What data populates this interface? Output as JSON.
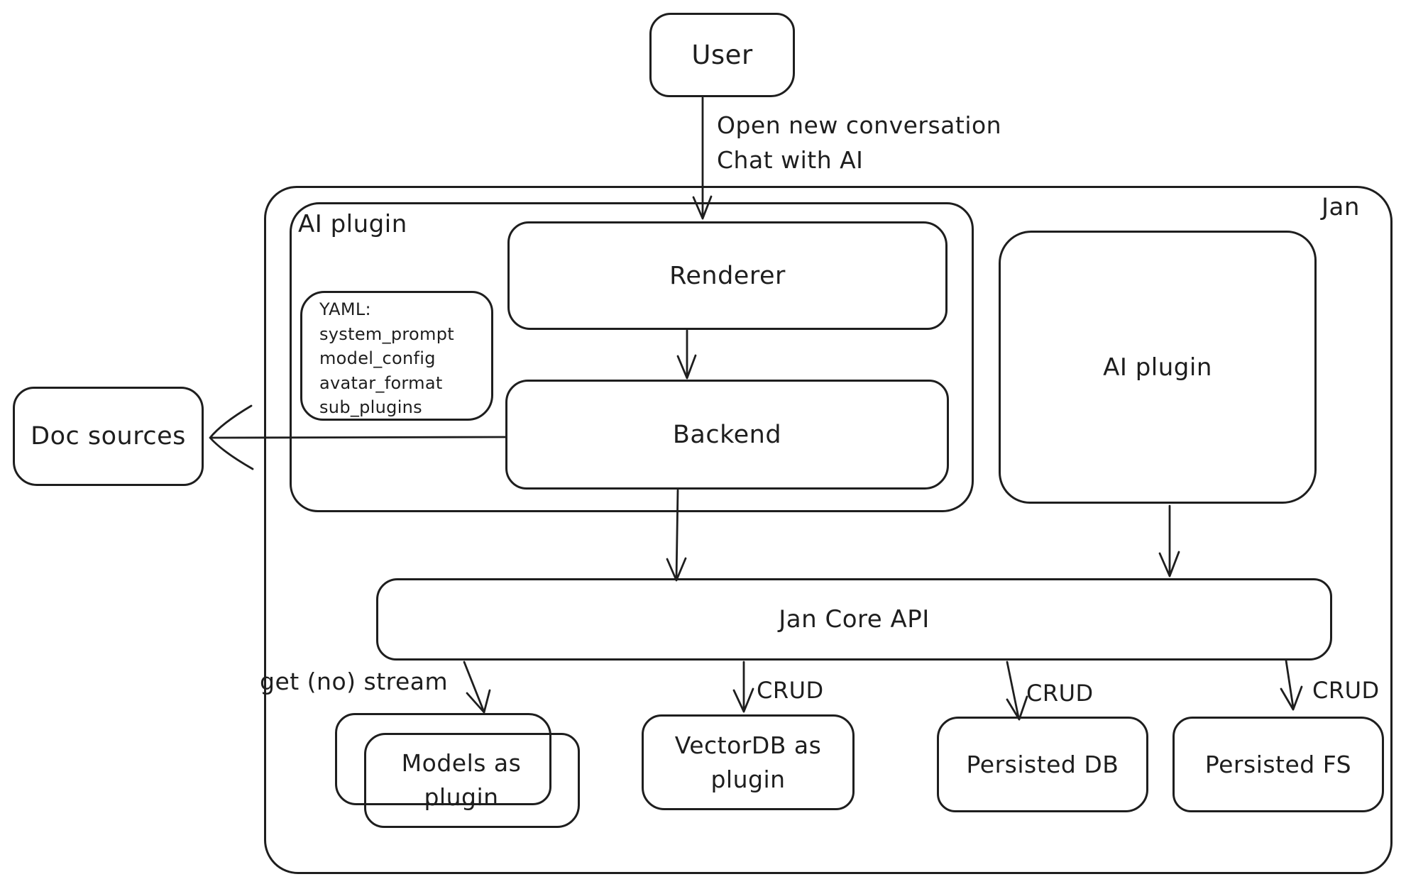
{
  "diagram": {
    "background_color": "#ffffff",
    "stroke_color": "#1e1e1e",
    "nodes": {
      "user": {
        "label": "User"
      },
      "jan": {
        "label": "Jan"
      },
      "ai_plugin_left": {
        "label": "AI plugin"
      },
      "yaml_note": {
        "lines": [
          "YAML:",
          "system_prompt",
          "model_config",
          "avatar_format",
          "sub_plugins"
        ]
      },
      "renderer": {
        "label": "Renderer"
      },
      "backend": {
        "label": "Backend"
      },
      "doc_sources": {
        "label": "Doc sources"
      },
      "ai_plugin_right": {
        "label": "AI plugin"
      },
      "jan_core_api": {
        "label": "Jan Core API"
      },
      "models_plugin": {
        "label": "Models as plugin"
      },
      "vector_db_plugin": {
        "label": "VectorDB as plugin"
      },
      "persisted_db": {
        "label": "Persisted DB"
      },
      "persisted_fs": {
        "label": "Persisted FS"
      }
    },
    "edge_labels": {
      "user_to_renderer_line1": "Open new conversation",
      "user_to_renderer_line2": "Chat with AI",
      "get_no_stream": "get (no) stream",
      "crud_vectordb": "CRUD",
      "crud_persisted_db": "CRUD",
      "crud_persisted_fs": "CRUD"
    }
  }
}
